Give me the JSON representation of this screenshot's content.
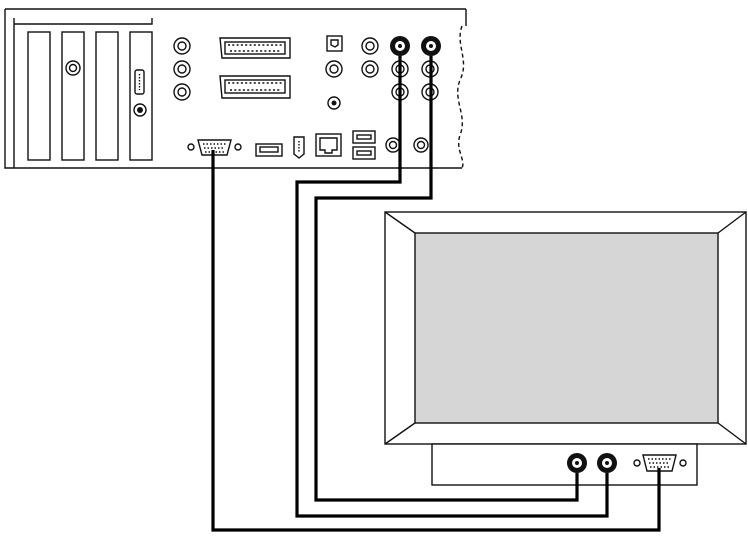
{
  "diagram": {
    "description_free": true,
    "components": [
      "rear-panel",
      "display",
      "video-cable",
      "audio-cable-left",
      "audio-cable-right"
    ],
    "colors": {
      "line": "#111111",
      "background": "#ffffff",
      "screen": "#d6d6d6",
      "cable": "#000000"
    }
  }
}
